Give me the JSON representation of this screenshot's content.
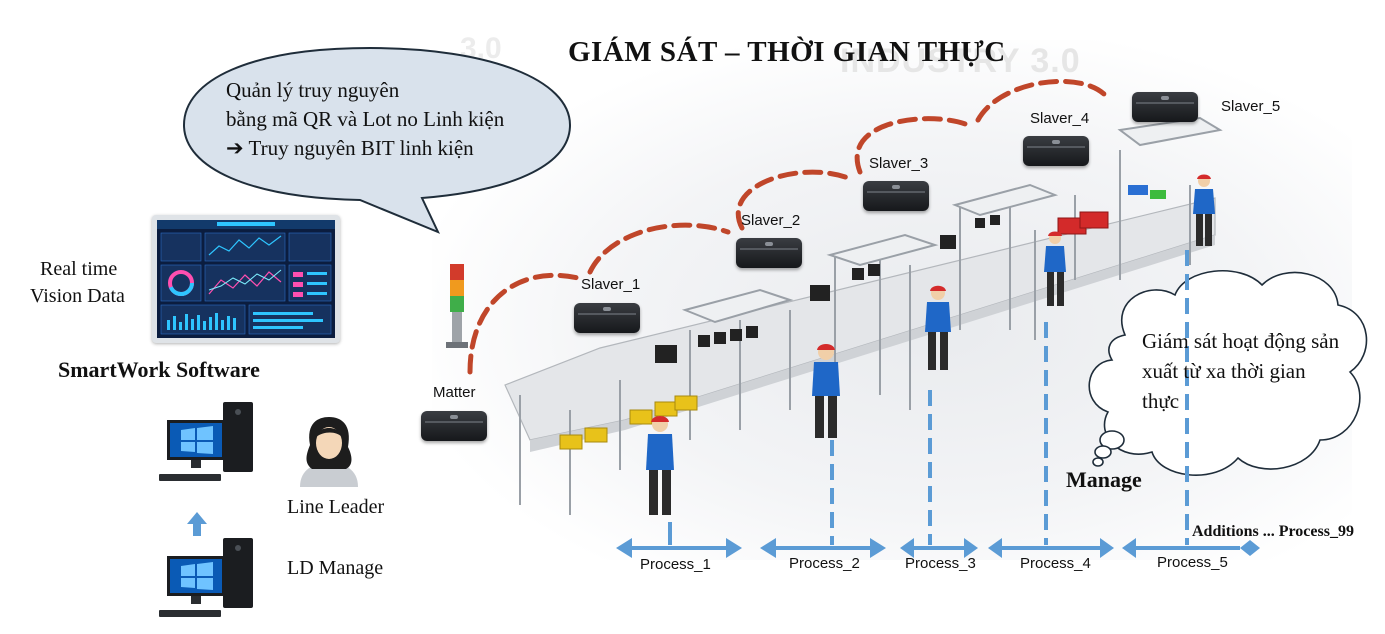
{
  "title": "GIÁM SÁT – THỜI GIAN THỰC",
  "watermark": "INDUSTRY 3.0",
  "watermark_left": "3.0",
  "speech_bubble": {
    "lines": [
      "Quản lý truy nguyên",
      "bằng mã QR và Lot no Linh kiện",
      "Truy nguyên BIT linh kiện"
    ],
    "arrow_symbol": "➔"
  },
  "cloud_text": "Giám sát hoạt động sản xuất từ xa thời gian thực",
  "left_panel": {
    "realtime_label_1": "Real time",
    "realtime_label_2": "Vision Data",
    "software_label": "SmartWork Software",
    "line_leader_label": "Line Leader",
    "ld_manage_label": "LD Manage"
  },
  "matter_label": "Matter",
  "manage_label": "Manage",
  "additions_label": "Additions ... Process_99",
  "slavers": [
    "Slaver_1",
    "Slaver_2",
    "Slaver_3",
    "Slaver_4",
    "Slaver_5"
  ],
  "processes": [
    "Process_1",
    "Process_2",
    "Process_3",
    "Process_4",
    "Process_5"
  ],
  "colors": {
    "dashed_link": "#c0462a",
    "process_arrow": "#5b9bd5",
    "bubble_fill": "#d9e2ec",
    "bubble_stroke": "#1f2d3a",
    "cloud_fill": "#ffffff"
  }
}
